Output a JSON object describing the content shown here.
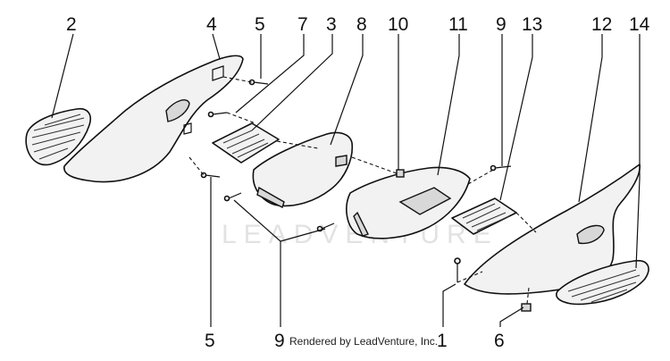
{
  "diagram": {
    "watermark": "LEADVENTURE",
    "credit": "Rendered by LeadVenture, Inc.",
    "callouts": {
      "c2": "2",
      "c4": "4",
      "c5_top": "5",
      "c7": "7",
      "c3": "3",
      "c8": "8",
      "c10": "10",
      "c11": "11",
      "c9_top": "9",
      "c13": "13",
      "c12": "12",
      "c14": "14",
      "c5_bottom": "5",
      "c9_bottom": "9",
      "c1": "1",
      "c6": "6"
    }
  }
}
